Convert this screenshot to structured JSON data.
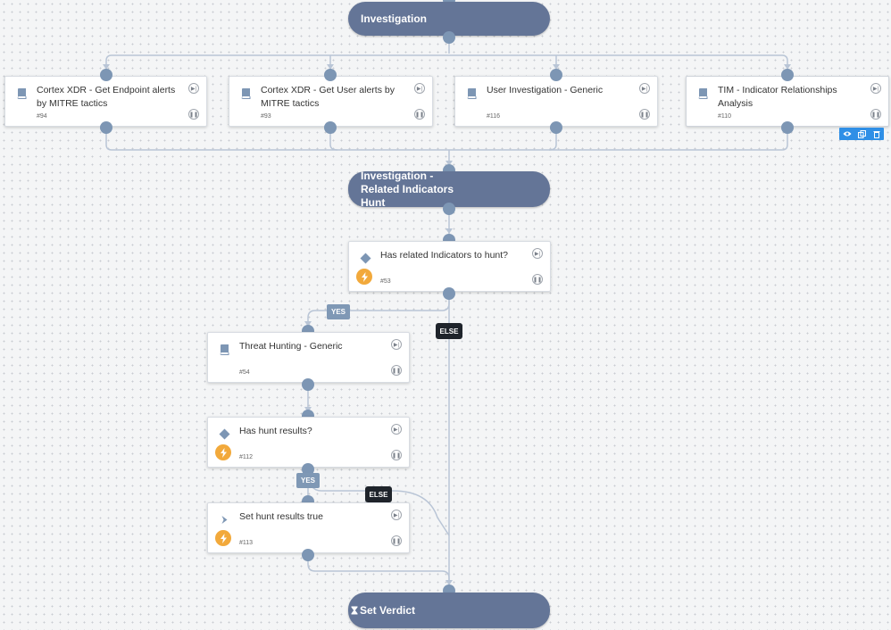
{
  "colors": {
    "section": "#647597",
    "connector": "#b9c5d6",
    "dot": "#7d96b4",
    "bolt": "#f2a93b",
    "yes_label": "#7f98b5",
    "else_label": "#1f242b",
    "toolbar": "#2f8fe6"
  },
  "sections": {
    "investigation": "Investigation",
    "related_hunt": "Investigation - Related Indicators Hunt",
    "set_verdict": "Set Verdict"
  },
  "tasks": {
    "endpoint_alerts": {
      "title": "Cortex XDR - Get Endpoint alerts by MITRE tactics",
      "id": "#94",
      "icon": "playbook-icon"
    },
    "user_alerts": {
      "title": "Cortex XDR - Get User alerts by MITRE tactics",
      "id": "#93",
      "icon": "playbook-icon"
    },
    "user_investigation": {
      "title": "User Investigation - Generic",
      "id": "#116",
      "icon": "playbook-icon"
    },
    "tim_relationships": {
      "title": "TIM - Indicator Relationships Analysis",
      "id": "#110",
      "icon": "playbook-icon"
    },
    "has_related": {
      "title": "Has related Indicators to hunt?",
      "id": "#53",
      "icon": "condition-icon"
    },
    "threat_hunting": {
      "title": "Threat Hunting - Generic",
      "id": "#54",
      "icon": "playbook-icon"
    },
    "has_hunt_results": {
      "title": "Has hunt results?",
      "id": "#112",
      "icon": "condition-icon"
    },
    "set_hunt_true": {
      "title": "Set hunt results true",
      "id": "#113",
      "icon": "chevron-right-icon"
    }
  },
  "branch_labels": {
    "yes1": "YES",
    "else1": "ELSE",
    "yes2": "YES",
    "else2": "ELSE"
  }
}
